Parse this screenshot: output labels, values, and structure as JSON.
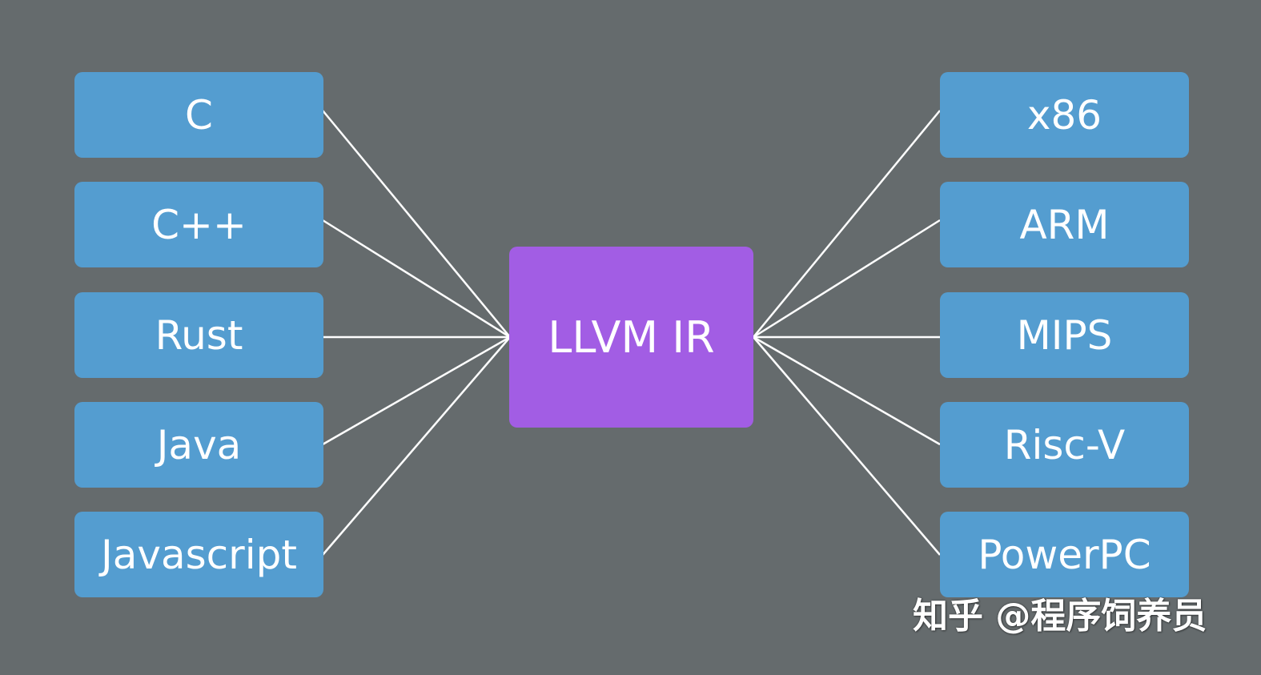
{
  "center": {
    "label": "LLVM IR"
  },
  "sources": [
    {
      "label": "C"
    },
    {
      "label": "C++"
    },
    {
      "label": "Rust"
    },
    {
      "label": "Java"
    },
    {
      "label": "Javascript"
    }
  ],
  "targets": [
    {
      "label": "x86"
    },
    {
      "label": "ARM"
    },
    {
      "label": "MIPS"
    },
    {
      "label": "Risc-V"
    },
    {
      "label": "PowerPC"
    }
  ],
  "watermark": {
    "text": "知乎 @程序饲养员"
  },
  "colors": {
    "background": "#656b6d",
    "box": "#549dd0",
    "center_box": "#a25de4",
    "connector": "#ffffff",
    "text": "#ffffff"
  }
}
